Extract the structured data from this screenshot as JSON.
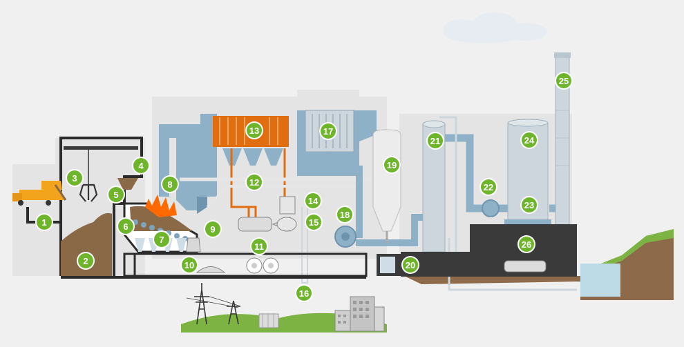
{
  "colors": {
    "background": "#f0f0f0",
    "building": "#e2e2e2",
    "building_dark": "#cfcfcf",
    "outline": "#2b2b2b",
    "duct": "#8fb1c8",
    "duct_dark": "#6f94ad",
    "marker": "#6eb52b",
    "marker_ring": "#ffffff",
    "fire": "#ff6a00",
    "boiler_orange": "#e06d10",
    "waste": "#8a6a46",
    "ground": "#8c6a4a",
    "grass": "#7cb342",
    "water": "#bcdbe6",
    "steel": "#cdd6dc",
    "machine_dark": "#3a3a3a",
    "truck": "#f2a51c"
  },
  "markers": [
    {
      "id": "marker-1",
      "label": "1"
    },
    {
      "id": "marker-2",
      "label": "2"
    },
    {
      "id": "marker-3",
      "label": "3"
    },
    {
      "id": "marker-4",
      "label": "4"
    },
    {
      "id": "marker-5",
      "label": "5"
    },
    {
      "id": "marker-6",
      "label": "6"
    },
    {
      "id": "marker-7",
      "label": "7"
    },
    {
      "id": "marker-8",
      "label": "8"
    },
    {
      "id": "marker-9",
      "label": "9"
    },
    {
      "id": "marker-10",
      "label": "10"
    },
    {
      "id": "marker-11",
      "label": "11"
    },
    {
      "id": "marker-12",
      "label": "12"
    },
    {
      "id": "marker-13",
      "label": "13"
    },
    {
      "id": "marker-14",
      "label": "14"
    },
    {
      "id": "marker-15",
      "label": "15"
    },
    {
      "id": "marker-16",
      "label": "16"
    },
    {
      "id": "marker-17",
      "label": "17"
    },
    {
      "id": "marker-18",
      "label": "18"
    },
    {
      "id": "marker-19",
      "label": "19"
    },
    {
      "id": "marker-20",
      "label": "20"
    },
    {
      "id": "marker-21",
      "label": "21"
    },
    {
      "id": "marker-22",
      "label": "22"
    },
    {
      "id": "marker-23",
      "label": "23"
    },
    {
      "id": "marker-24",
      "label": "24"
    },
    {
      "id": "marker-25",
      "label": "25"
    },
    {
      "id": "marker-26",
      "label": "26"
    }
  ]
}
